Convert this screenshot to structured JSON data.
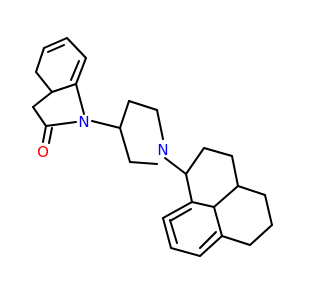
{
  "molecule": {
    "atoms": [
      {
        "label": "N",
        "color": "#0000ff"
      },
      {
        "label": "N",
        "color": "#0000ff"
      },
      {
        "label": "O",
        "color": "#ff0000"
      }
    ]
  }
}
